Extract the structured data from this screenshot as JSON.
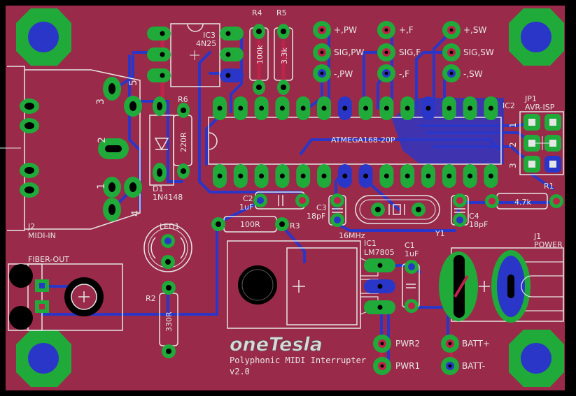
{
  "colors": {
    "background": "#000000",
    "board": "#9a2a4a",
    "trace_bottom": "#2a36c8",
    "trace_top": "#c0234a",
    "pad": "#1faa3a",
    "silk": "#e6e6e6",
    "hole": "#000000"
  },
  "components": {
    "ic3": {
      "name": "IC3",
      "value": "4N25"
    },
    "r4": {
      "name": "R4",
      "value": "100k"
    },
    "r5": {
      "name": "R5",
      "value": "3.3k"
    },
    "r6": {
      "name": "R6",
      "value": "220R"
    },
    "d1": {
      "name": "D1",
      "value": "1N4148"
    },
    "ic2": {
      "name": "IC2",
      "value": "ATMEGA168-20P"
    },
    "jp1": {
      "name": "JP1",
      "value": "AVR-ISP"
    },
    "c2": {
      "name": "C2",
      "value": "1uF"
    },
    "c3": {
      "name": "C3",
      "value": "18pF"
    },
    "y1": {
      "name": "Y1",
      "value": "16MHz"
    },
    "c4": {
      "name": "C4",
      "value": "18pF"
    },
    "r1": {
      "name": "R1",
      "value": "4.7k"
    },
    "r3": {
      "name": "R3",
      "value": "100R"
    },
    "led1": {
      "name": "LED1"
    },
    "r2": {
      "name": "R2",
      "value": "330R"
    },
    "ic1": {
      "name": "IC1",
      "value": "LM7805"
    },
    "c1": {
      "name": "C1",
      "value": "1uF"
    },
    "j1": {
      "name": "J1",
      "value": "POWER"
    },
    "j2": {
      "name": "J2",
      "value": "MIDI-IN"
    },
    "fiber": {
      "name": "FIBER-OUT"
    }
  },
  "connectors": {
    "pw": [
      "+,PW",
      "SIG,PW",
      "-,PW"
    ],
    "f": [
      "+,F",
      "SIG,F",
      "-,F"
    ],
    "sw": [
      "+,SW",
      "SIG,SW",
      "-,SW"
    ],
    "power": [
      "PWR2",
      "PWR1",
      "BATT+",
      "BATT-"
    ]
  },
  "pin_numbers": {
    "midi": [
      "3",
      "5",
      "2",
      "1",
      "4"
    ],
    "isp": [
      "1",
      "2",
      "3"
    ]
  },
  "branding": {
    "logo": "oneTesla",
    "subtitle": "Polyphonic MIDI Interrupter",
    "version": "v2.0"
  }
}
